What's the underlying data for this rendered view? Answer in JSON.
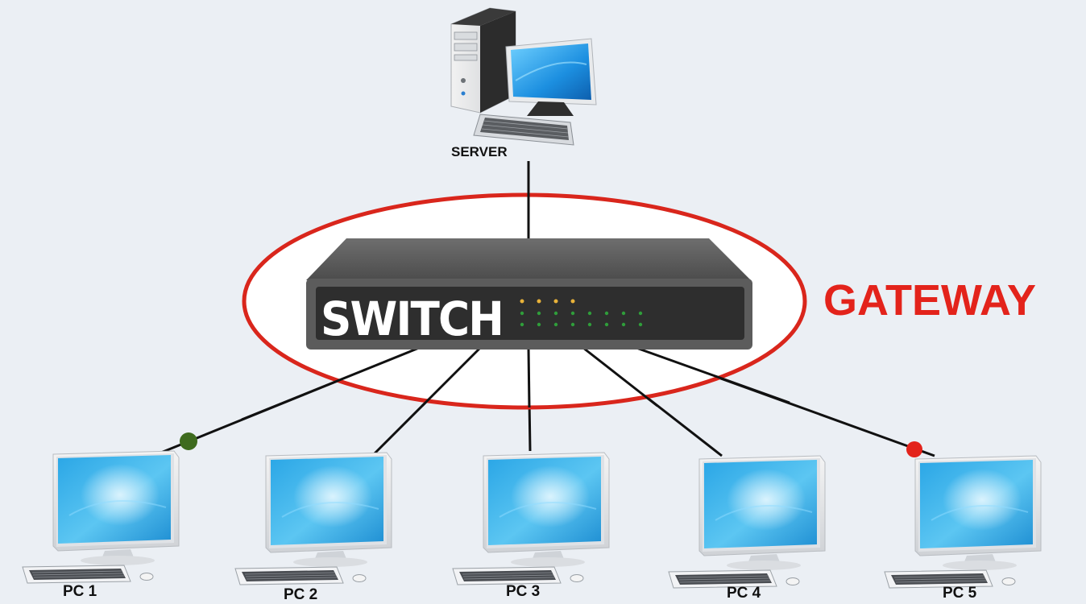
{
  "server": {
    "label": "SERVER"
  },
  "switch": {
    "label": "SWITCH"
  },
  "gateway": {
    "label": "GATEWAY",
    "color": "#e3231b"
  },
  "pcs": [
    {
      "label": "PC 1"
    },
    {
      "label": "PC 2"
    },
    {
      "label": "PC 3"
    },
    {
      "label": "PC 4"
    },
    {
      "label": "PC 5"
    }
  ],
  "colors": {
    "background": "#ebeff4",
    "ring": "#d9261c",
    "cable": "#111111",
    "node_green": "#3e6b1e",
    "node_red": "#e3231b",
    "switch_body": "#5c5c5c",
    "switch_face": "#2e2e2e",
    "led_amber": "#e8b23a",
    "led_green": "#2f9e3a"
  }
}
